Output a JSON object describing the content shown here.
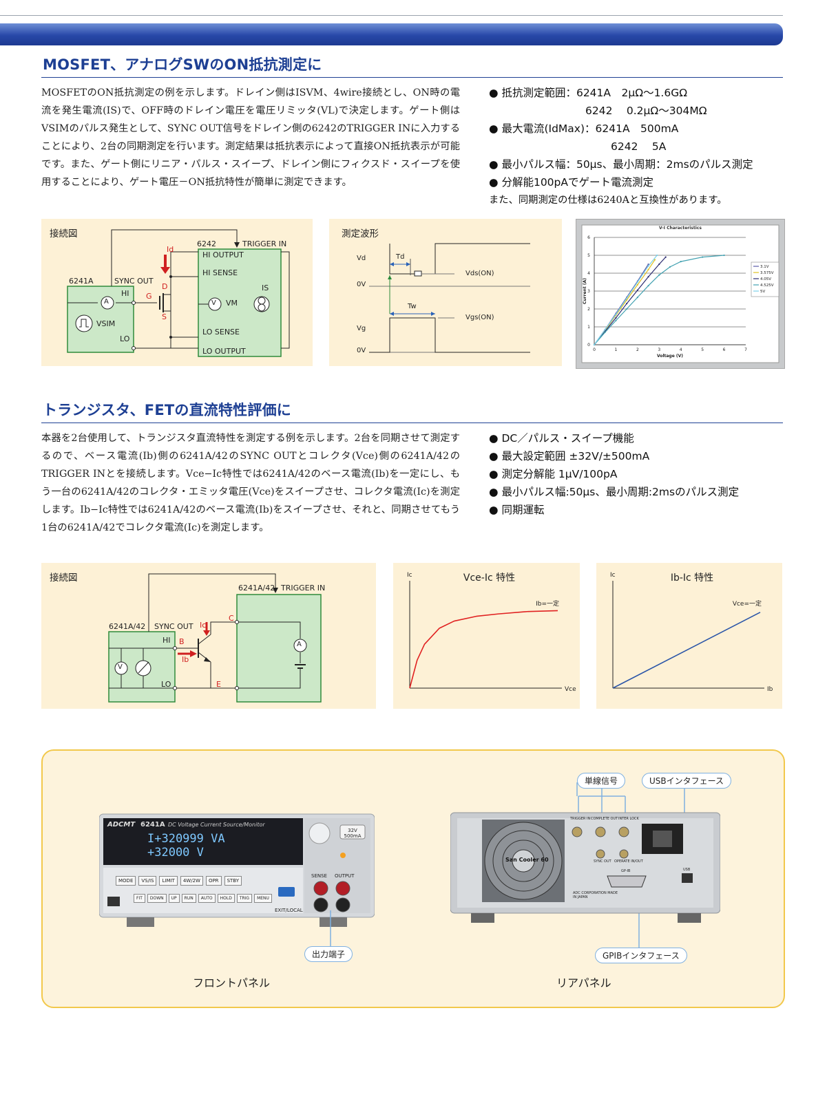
{
  "section1": {
    "title": "MOSFET、アナログSWのON抵抗測定に",
    "paragraph": "MOSFETのON抵抗測定の例を示します。ドレイン側はISVM、4wire接続とし、ON時の電流を発生電流(IS)で、OFF時のドレイン電圧を電圧リミッタ(VL)で決定します。ゲート側はVSIMのパルス発生として、SYNC OUT信号をドレイン側の6242のTRIGGER INに入力することにより、2台の同期測定を行います。測定結果は抵抗表示によって直接ON抵抗表示が可能です。また、ゲート側にリニア・パルス・スイープ、ドレイン側にフィクスド・スイープを使用することにより、ゲート電圧－ON抵抗特性が簡単に測定できます。",
    "bullets": [
      "● 抵抗測定範囲：6241A　2μΩ〜1.6GΩ",
      "6242　 0.2μΩ〜304MΩ",
      "● 最大電流(IdMax)：6241A　500mA",
      "6242　 5A",
      "● 最小パルス幅：50μs、最小周期：2msのパルス測定",
      "● 分解能100pAでゲート電流測定"
    ],
    "note": "また、同期測定の仕様は6240Aと互換性があります。",
    "diagram1": {
      "title": "接続図",
      "labels": {
        "unit_a": "6241A",
        "unit_b": "6242",
        "sync_out": "SYNC OUT",
        "trigger_in": "TRIGGER IN",
        "hi": "HI",
        "lo": "LO",
        "hi_output": "HI OUTPUT",
        "hi_sense": "HI SENSE",
        "lo_sense": "LO SENSE",
        "lo_output": "LO OUTPUT",
        "vsim": "VSIM",
        "is": "IS",
        "vm": "VM",
        "ammeter": "A",
        "voltmeter": "V",
        "id": "Id",
        "d": "D",
        "g": "G",
        "s": "S"
      }
    },
    "diagram2": {
      "title": "測定波形",
      "labels": {
        "vd": "Vd",
        "vg": "Vg",
        "zero1": "0V",
        "zero2": "0V",
        "td": "Td",
        "tw": "Tw",
        "vds": "Vds(ON)",
        "vgs": "Vgs(ON)"
      }
    }
  },
  "chart_data": [
    {
      "type": "line",
      "title": "V-I Characteristics",
      "xlabel": "Voltage (V)",
      "ylabel": "Current (A)",
      "xlim": [
        0,
        7
      ],
      "ylim": [
        0,
        6
      ],
      "x_ticks": [
        "0",
        "1",
        "2",
        "3",
        "4",
        "5",
        "6",
        "7"
      ],
      "y_ticks": [
        "0",
        "1",
        "2",
        "3",
        "4",
        "5",
        "6"
      ],
      "grid": true,
      "legend": "right",
      "series": [
        {
          "name": "3.1V",
          "color": "#5a5aa8",
          "x": [
            0,
            0.5,
            1.0,
            1.5,
            2.0,
            2.5
          ],
          "y": [
            0,
            0.85,
            1.75,
            2.65,
            3.55,
            4.5
          ]
        },
        {
          "name": "3.575V",
          "color": "#e0c020",
          "x": [
            0,
            0.5,
            1.0,
            1.5,
            2.0,
            2.5,
            2.8
          ],
          "y": [
            0,
            0.8,
            1.65,
            2.5,
            3.35,
            4.2,
            4.75
          ]
        },
        {
          "name": "4.05V",
          "color": "#2a2a70",
          "x": [
            0,
            0.5,
            1.0,
            1.5,
            2.0,
            2.5,
            3.0,
            3.3
          ],
          "y": [
            0,
            0.75,
            1.5,
            2.3,
            3.05,
            3.8,
            4.5,
            4.9
          ]
        },
        {
          "name": "4.525V",
          "color": "#40a0b0",
          "x": [
            0,
            0.5,
            1.0,
            1.5,
            2.0,
            2.5,
            3.0,
            3.5,
            4.0,
            5.0,
            6.0
          ],
          "y": [
            0,
            0.7,
            1.35,
            2.0,
            2.65,
            3.3,
            3.9,
            4.35,
            4.65,
            4.9,
            5.0
          ]
        },
        {
          "name": "5V",
          "color": "#7ad0e8",
          "x": [
            0,
            0.5,
            1.0,
            1.5,
            2.0,
            2.5,
            2.9
          ],
          "y": [
            0,
            0.85,
            1.7,
            2.6,
            3.5,
            4.4,
            5.0
          ]
        }
      ]
    },
    {
      "type": "line",
      "title": "Vce-Ic 特性",
      "xlabel": "Vce",
      "ylabel": "Ic",
      "annotation": "Ib=一定",
      "color": "#e02020",
      "x": [
        0,
        0.05,
        0.1,
        0.2,
        0.3,
        0.45,
        0.6,
        0.8,
        1.0
      ],
      "y": [
        0,
        0.35,
        0.55,
        0.75,
        0.84,
        0.9,
        0.93,
        0.96,
        0.97
      ]
    },
    {
      "type": "line",
      "title": "Ib-Ic 特性",
      "xlabel": "Ib",
      "ylabel": "Ic",
      "annotation": "Vce=一定",
      "color": "#2a55a8",
      "x": [
        0,
        1.0
      ],
      "y": [
        0,
        0.95
      ]
    }
  ],
  "section2": {
    "title": "トランジスタ、FETの直流特性評価に",
    "paragraph": "本器を2台使用して、トランジスタ直流特性を測定する例を示します。2台を同期させて測定するので、ベース電流(Ib)側の6241A/42のSYNC OUTとコレクタ(Vce)側の6241A/42のTRIGGER INとを接続します。Vce−Ic特性では6241A/42のベース電流(Ib)を一定にし、もう一台の6241A/42のコレクタ・エミッタ電圧(Vce)をスイープさせ、コレクタ電流(Ic)を測定します。Ib−Ic特性では6241A/42のベース電流(Ib)をスイープさせ、それと、同期させてもう1台の6241A/42でコレクタ電流(Ic)を測定します。",
    "bullets": [
      "● DC／パルス・スイープ機能",
      "● 最大設定範囲 ±32V/±500mA",
      "● 測定分解能 1μV/100pA",
      "● 最小パルス幅:50μs、最小周期:2msのパルス測定",
      "● 同期運転"
    ],
    "diagram": {
      "title": "接続図",
      "labels": {
        "unit_a": "6241A/42",
        "unit_b": "6241A/42",
        "sync_out": "SYNC OUT",
        "trigger_in": "TRIGGER IN",
        "hi": "HI",
        "lo": "LO",
        "b": "B",
        "c": "C",
        "e": "E",
        "ib": "Ib",
        "ic": "Ic",
        "voltmeter": "V",
        "ammeter": "A"
      }
    }
  },
  "panels": {
    "front_caption": "フロントパネル",
    "rear_caption": "リアパネル",
    "tag_output": "出力端子",
    "tag_single_signal": "単線信号",
    "tag_usb": "USBインタフェース",
    "tag_gpib": "GPIBインタフェース",
    "front": {
      "brand": "ADCMT",
      "model": "6241A",
      "subtitle": "DC Voltage Current Source/Monitor",
      "display_line1": "I+320999 VA",
      "display_line2": "+32000 V",
      "badge": "32V 500mA",
      "sense": "SENSE",
      "output": "OUTPUT",
      "buttons": [
        "MODE",
        "VS/IS",
        "LIMIT",
        "4W/2W",
        "OPR",
        "STBY",
        "FIT",
        "DOWN",
        "UP",
        "RUN",
        "AUTO",
        "HOLD",
        "TRIG",
        "MENU"
      ],
      "exit_local": "EXIT/LOCAL"
    },
    "rear": {
      "fan": "San Cooler 60",
      "trigger_in": "TRIGGER IN",
      "complete_out": "COMPLETE OUT",
      "inter_lock": "INTER LOCK",
      "sync_out": "SYNC OUT",
      "operate": "OPERATE IN/OUT",
      "gpib": "GP-IB",
      "usb": "USB",
      "maker": "ADC CORPORATION MADE IN JAPAN"
    }
  }
}
